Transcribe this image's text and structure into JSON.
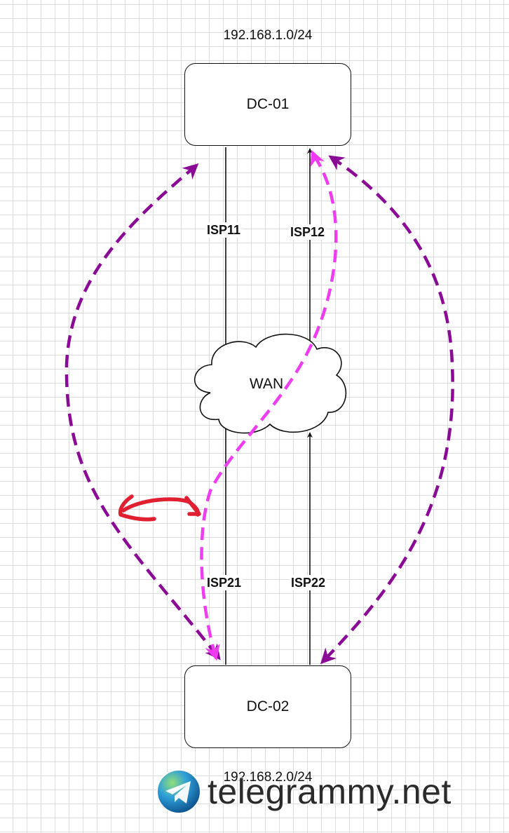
{
  "diagram": {
    "top_subnet": "192.168.1.0/24",
    "bottom_subnet": "192.168.2.0/24",
    "nodes": {
      "dc01": "DC-01",
      "dc02": "DC-02",
      "wan": "WAN"
    },
    "links": {
      "isp11": "ISP11",
      "isp12": "ISP12",
      "isp21": "ISP21",
      "isp22": "ISP22"
    },
    "colors": {
      "link": "#111111",
      "path_purple": "#8a0a96",
      "path_magenta": "#ee3df0",
      "annotation_red": "#e02030"
    }
  },
  "watermark": {
    "text": "telegrammy.net",
    "icon": "telegram-plane-icon"
  }
}
